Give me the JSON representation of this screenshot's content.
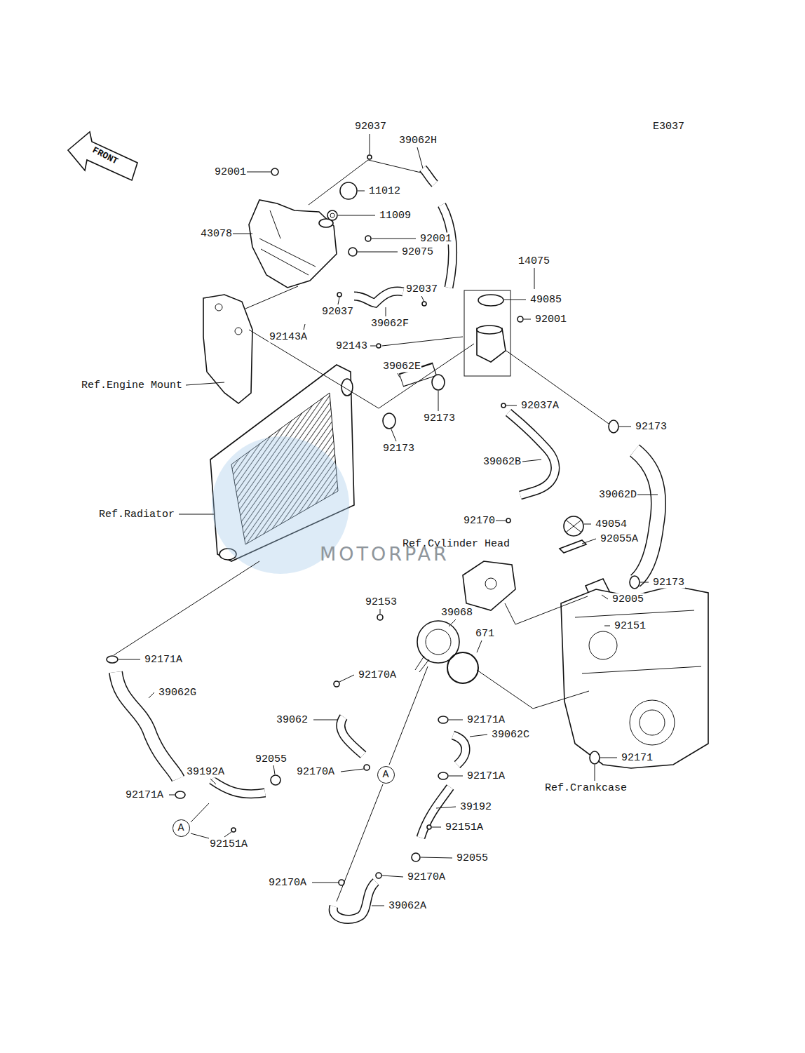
{
  "diagram": {
    "nodes": [
      {
        "text": [
          "A"
        ]
      },
      {
        "text": [
          "A"
        ]
      }
    ],
    "labels": [
      "E3037",
      "FRONT",
      "92037",
      "39062H",
      "92001",
      "11012",
      "11009",
      "43078",
      "92001",
      "92075",
      "92037",
      "14075",
      "49085",
      "92001",
      "92143A",
      "92037",
      "39062F",
      "92143",
      "39062E",
      "Ref.Engine Mount",
      "92037A",
      "92173",
      "92173",
      "92173",
      "39062B",
      "39062D",
      "Ref.Radiator",
      "92170",
      "49054",
      "Ref.Cylinder Head",
      "92055A",
      "92173",
      "92005",
      "92153",
      "39068",
      "671",
      "92151",
      "92171A",
      "92170A",
      "39062G",
      "39062",
      "92171A",
      "39062C",
      "92171",
      "92055",
      "39192A",
      "92170A",
      "92171A",
      "92171A",
      "Ref.Crankcase",
      "39192",
      "92151A",
      "92151A",
      "92055",
      "92170A",
      "92170A",
      "39062A",
      "MOTORPAR"
    ]
  }
}
